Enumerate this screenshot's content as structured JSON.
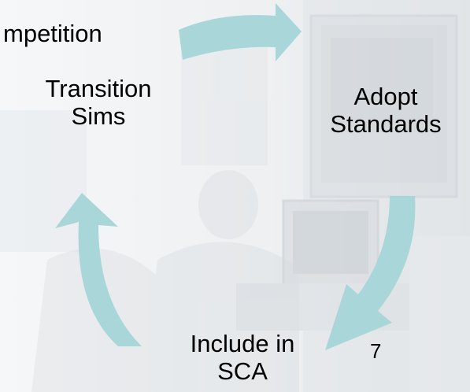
{
  "cycle": {
    "step_top_left": "mpetition",
    "step_left": [
      "Transition",
      "Sims"
    ],
    "step_right": [
      "Adopt",
      "Standards"
    ],
    "step_bottom": [
      "Include in",
      "SCA"
    ]
  },
  "page_number": "7",
  "colors": {
    "arrow": "#a9d6d8",
    "background": "#f3f4f6",
    "text": "#000000"
  },
  "icons": {
    "arrows": "curved-cycle-arrow"
  }
}
